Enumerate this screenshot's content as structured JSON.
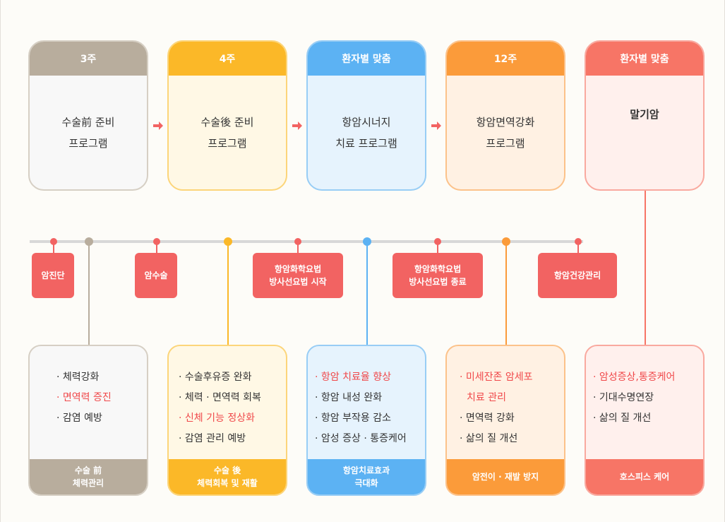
{
  "stages": [
    {
      "head": "3주",
      "line1": "수술前 준비",
      "line2": "프로그램"
    },
    {
      "head": "4주",
      "line1": "수술後 준비",
      "line2": "프로그램"
    },
    {
      "head": "환자별 맞춤",
      "line1": "항암시너지",
      "line2": "치료 프로그램"
    },
    {
      "head": "12주",
      "line1": "항암면역강화",
      "line2": "프로그램"
    },
    {
      "head": "환자별 맞춤",
      "line1": "말기암",
      "line2": ""
    }
  ],
  "events": [
    {
      "line1": "암진단",
      "line2": ""
    },
    {
      "line1": "암수술",
      "line2": ""
    },
    {
      "line1": "항암화학요법",
      "line2": "방사선요법 시작"
    },
    {
      "line1": "항암화학요법",
      "line2": "방사선요법 종료"
    },
    {
      "line1": "항암건강관리",
      "line2": ""
    }
  ],
  "details": [
    {
      "items": [
        "· 체력강화",
        "· 면역력 증진",
        "· 감염 예방",
        ""
      ],
      "foot1": "수술 前",
      "foot2": "체력관리"
    },
    {
      "items": [
        "· 수술후유증 완화",
        "· 체력 · 면역력 회복",
        "· 신체 기능 정상화",
        "· 감염 관리 예방"
      ],
      "foot1": "수술 後",
      "foot2": "체력회복 및 재활"
    },
    {
      "items": [
        "· 항암 치료율 향상",
        "· 항암 내성 완화",
        "· 항암 부작용 감소",
        "· 암성 증상 · 통증케어"
      ],
      "foot1": "항암치료효과",
      "foot2": "극대화"
    },
    {
      "items": [
        "· 미세잔존 암세포",
        "치료 관리",
        "· 면역력 강화",
        "· 삶의 질 개선"
      ],
      "foot1": "암전이 · 재발 방지",
      "foot2": ""
    },
    {
      "items": [
        "· 암성증상,통증케어",
        "· 기대수명연장",
        "· 삶의 질 개선",
        ""
      ],
      "foot1": "호스피스 케어",
      "foot2": ""
    }
  ],
  "colors": {
    "beige": "#b8ad9d",
    "yellow": "#fbb828",
    "blue": "#5cb2f3",
    "orange": "#fb9b3a",
    "coral": "#f77566",
    "event": "#f26362",
    "highlight": "#f0484a"
  }
}
